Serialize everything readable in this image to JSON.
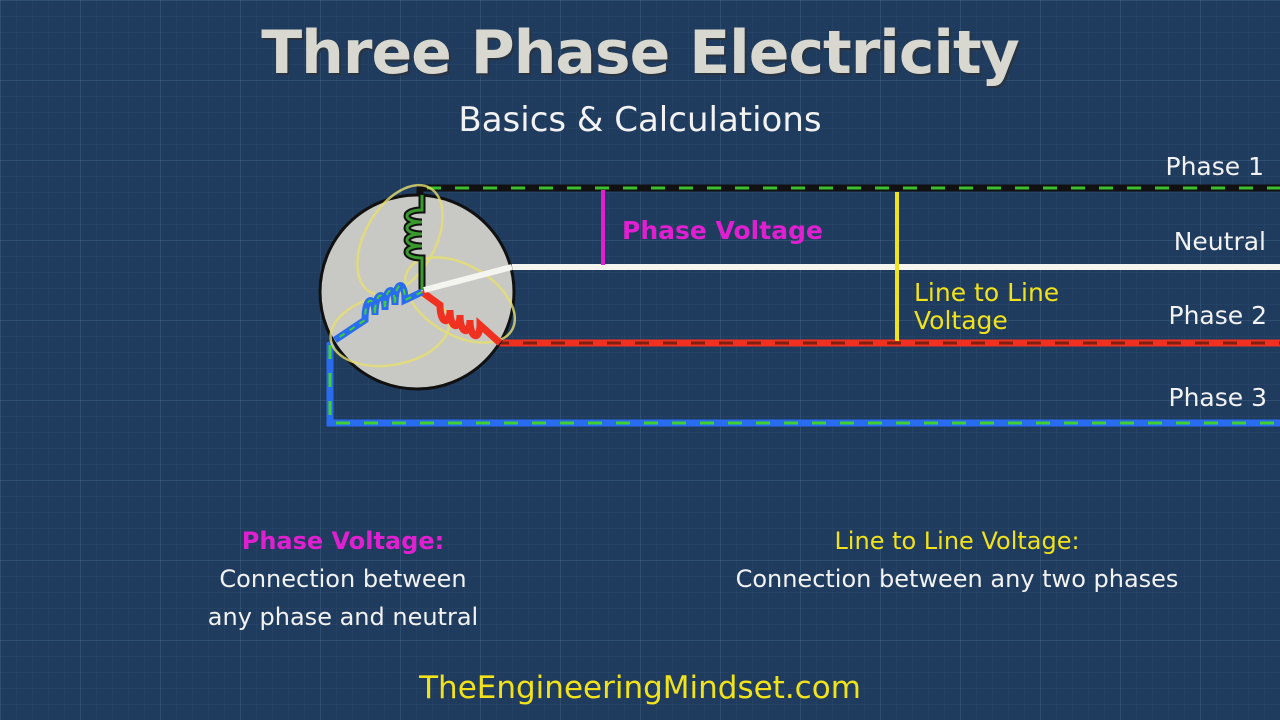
{
  "title": "Three Phase Electricity",
  "subtitle": "Basics & Calculations",
  "lines": {
    "phase1": "Phase 1",
    "neutral": "Neutral",
    "phase2": "Phase 2",
    "phase3": "Phase 3"
  },
  "annotations": {
    "phase_voltage": "Phase Voltage",
    "line_to_line_1": "Line to Line",
    "line_to_line_2": "Voltage"
  },
  "definitions": {
    "phase_voltage": {
      "heading": "Phase Voltage:",
      "line1": "Connection between",
      "line2": "any phase and neutral"
    },
    "line_voltage": {
      "heading": "Line to Line Voltage:",
      "line1": "Connection between any two phases"
    }
  },
  "footer": "TheEngineeringMindset.com",
  "colors": {
    "background": "#1f3b5e",
    "magenta": "#e020d0",
    "yellow": "#f2e21a",
    "red": "#f03020",
    "blue": "#2a6cf0",
    "green": "#40d030"
  }
}
